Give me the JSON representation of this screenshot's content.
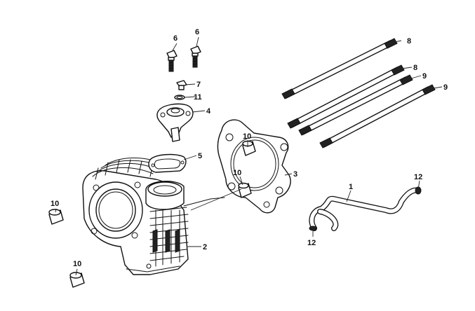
{
  "callouts": {
    "c1": "1",
    "c2": "2",
    "c3": "3",
    "c4": "4",
    "c5": "5",
    "c6a": "6",
    "c6b": "6",
    "c7": "7",
    "c8a": "8",
    "c8b": "8",
    "c9a": "9",
    "c9b": "9",
    "c10a": "10",
    "c10b": "10",
    "c10c": "10",
    "c10d": "10",
    "c11": "11",
    "c12a": "12",
    "c12b": "12"
  }
}
